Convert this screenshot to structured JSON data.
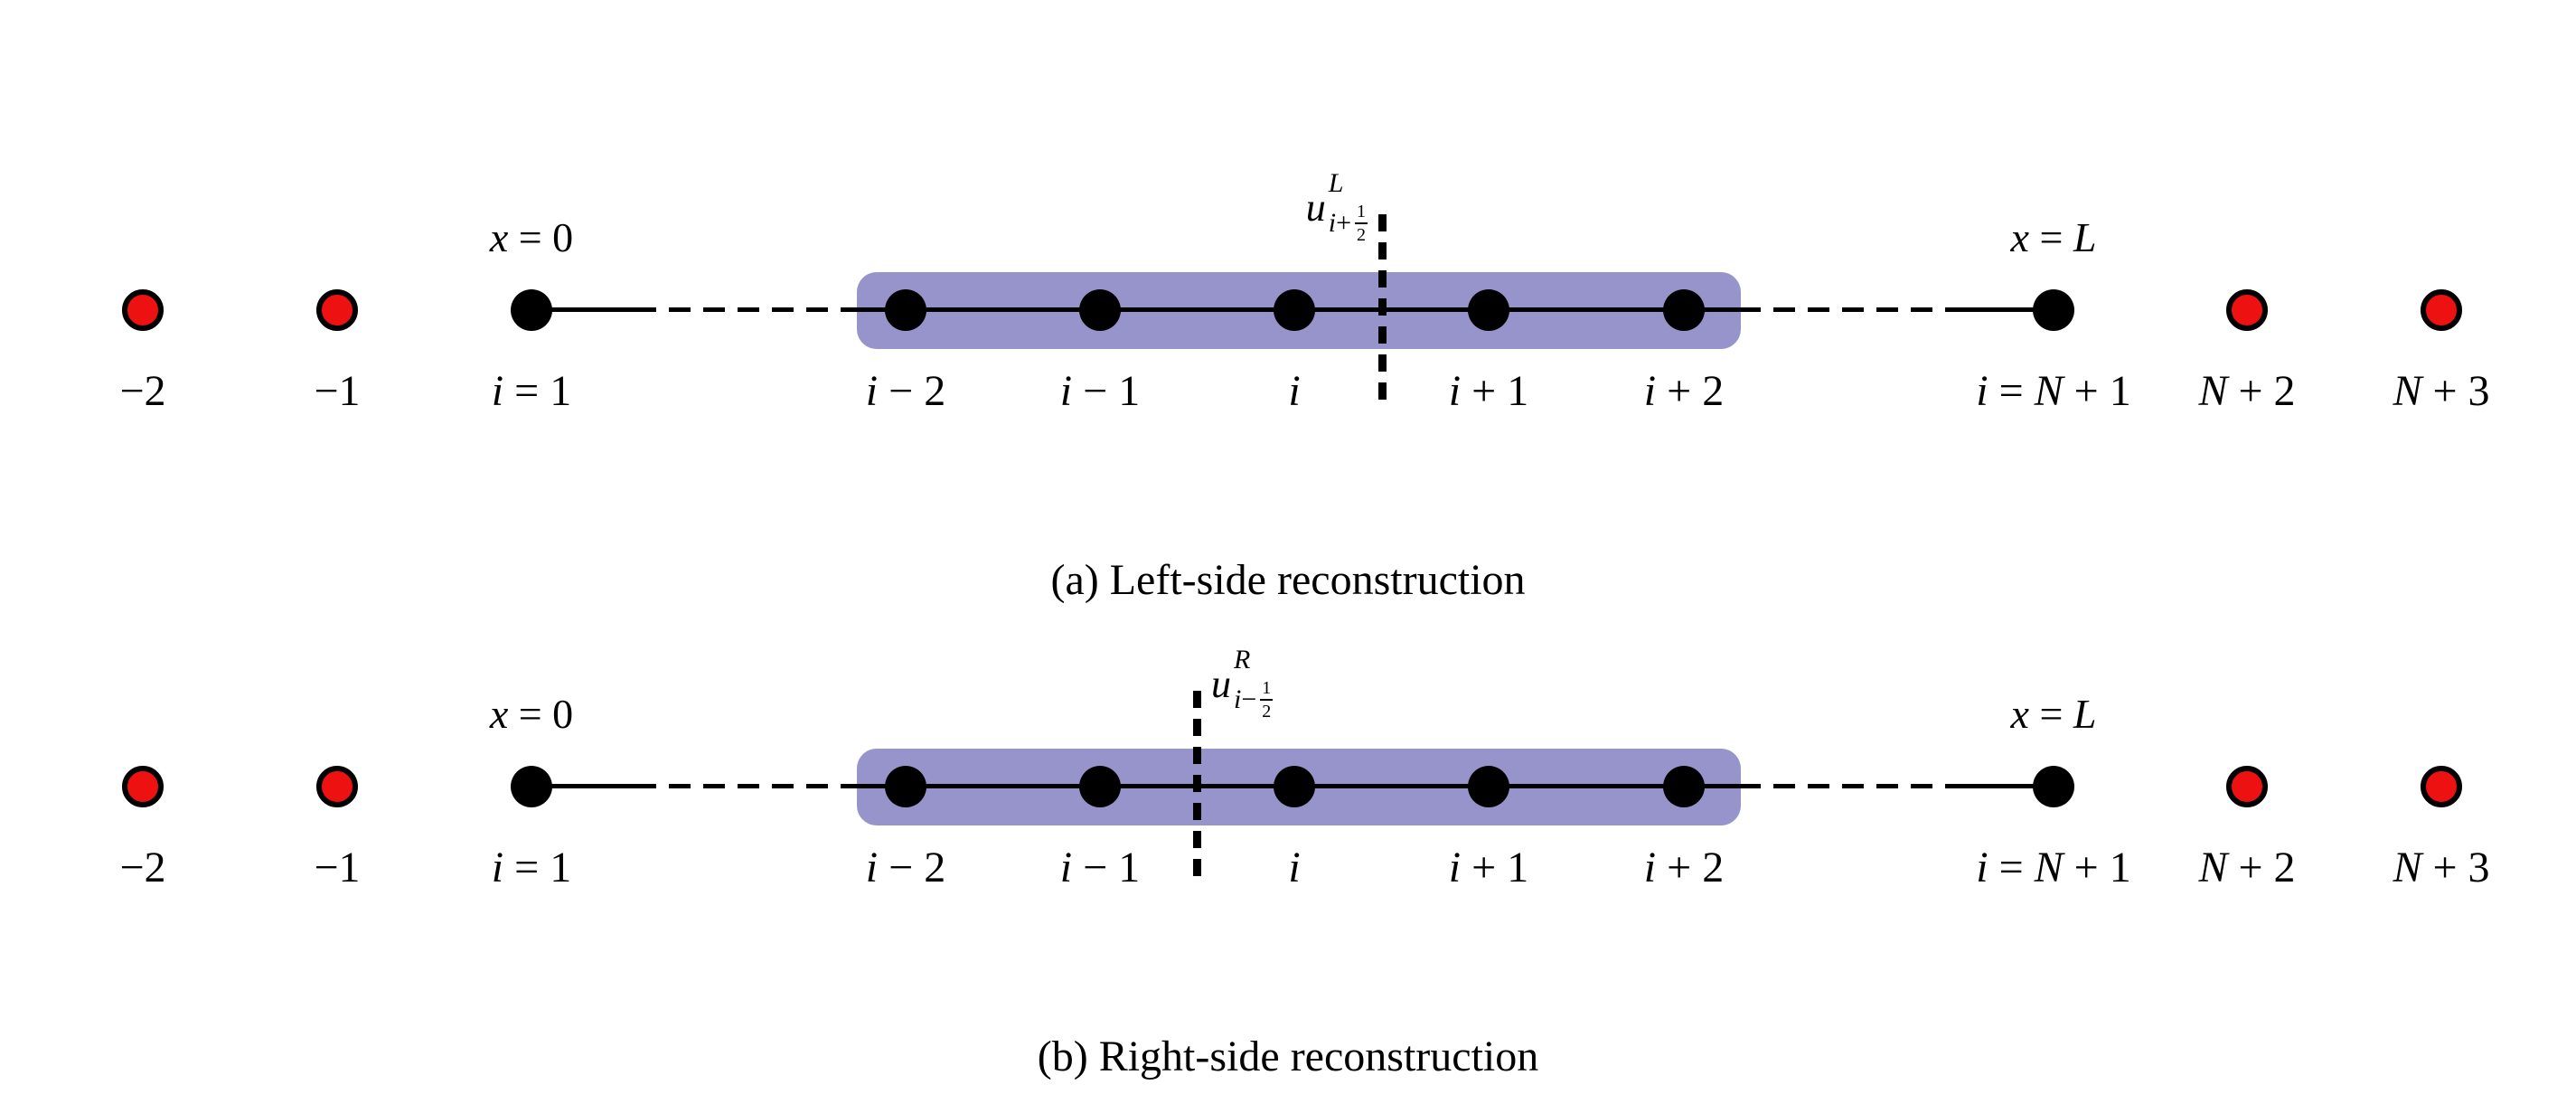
{
  "colors": {
    "background": "#ffffff",
    "stencil_band": "#9794cb",
    "ghost_node_fill": "#ee1111",
    "grid_node_fill": "#000000",
    "line": "#000000"
  },
  "nodes": [
    {
      "key": "minus-2",
      "type": "ghost",
      "segs": [
        {
          "t": "−2"
        }
      ]
    },
    {
      "key": "minus-1",
      "type": "ghost",
      "segs": [
        {
          "t": "−1"
        }
      ]
    },
    {
      "key": "i-equals-1",
      "type": "boundary",
      "segs": [
        {
          "t": "i",
          "i": true
        },
        {
          "t": " = 1"
        }
      ]
    },
    {
      "key": "i-minus-2",
      "type": "stencil",
      "segs": [
        {
          "t": "i",
          "i": true
        },
        {
          "t": " − 2"
        }
      ]
    },
    {
      "key": "i-minus-1",
      "type": "stencil",
      "segs": [
        {
          "t": "i",
          "i": true
        },
        {
          "t": " − 1"
        }
      ]
    },
    {
      "key": "i",
      "type": "stencil",
      "segs": [
        {
          "t": "i",
          "i": true
        }
      ]
    },
    {
      "key": "i-plus-1",
      "type": "stencil",
      "segs": [
        {
          "t": "i",
          "i": true
        },
        {
          "t": " + 1"
        }
      ]
    },
    {
      "key": "i-plus-2",
      "type": "stencil",
      "segs": [
        {
          "t": "i",
          "i": true
        },
        {
          "t": " + 2"
        }
      ]
    },
    {
      "key": "i-equals-N-plus-1",
      "type": "boundary",
      "segs": [
        {
          "t": "i",
          "i": true
        },
        {
          "t": " = "
        },
        {
          "t": "N",
          "i": true
        },
        {
          "t": " + 1"
        }
      ]
    },
    {
      "key": "N-plus-2",
      "type": "ghost",
      "segs": [
        {
          "t": "N",
          "i": true
        },
        {
          "t": " + 2"
        }
      ]
    },
    {
      "key": "N-plus-3",
      "type": "ghost",
      "segs": [
        {
          "t": "N",
          "i": true
        },
        {
          "t": " + 3"
        }
      ]
    }
  ],
  "panels": {
    "a": {
      "caption": "(a) Left-side reconstruction",
      "left_boundary": [
        {
          "t": "x",
          "i": true
        },
        {
          "t": " = 0"
        }
      ],
      "right_boundary": [
        {
          "t": "x",
          "i": true
        },
        {
          "t": " = "
        },
        {
          "t": "L",
          "i": true
        }
      ],
      "flux": {
        "base": "u",
        "sup": "L",
        "sub": [
          {
            "t": "i",
            "i": true
          },
          {
            "t": "+"
          }
        ],
        "frac_num": "1",
        "frac_den": "2"
      }
    },
    "b": {
      "caption": "(b) Right-side reconstruction",
      "left_boundary": [
        {
          "t": "x",
          "i": true
        },
        {
          "t": " = 0"
        }
      ],
      "right_boundary": [
        {
          "t": "x",
          "i": true
        },
        {
          "t": " = "
        },
        {
          "t": "L",
          "i": true
        }
      ],
      "flux": {
        "base": "u",
        "sup": "R",
        "sub": [
          {
            "t": "i",
            "i": true
          },
          {
            "t": "−"
          }
        ],
        "frac_num": "1",
        "frac_den": "2"
      }
    }
  }
}
